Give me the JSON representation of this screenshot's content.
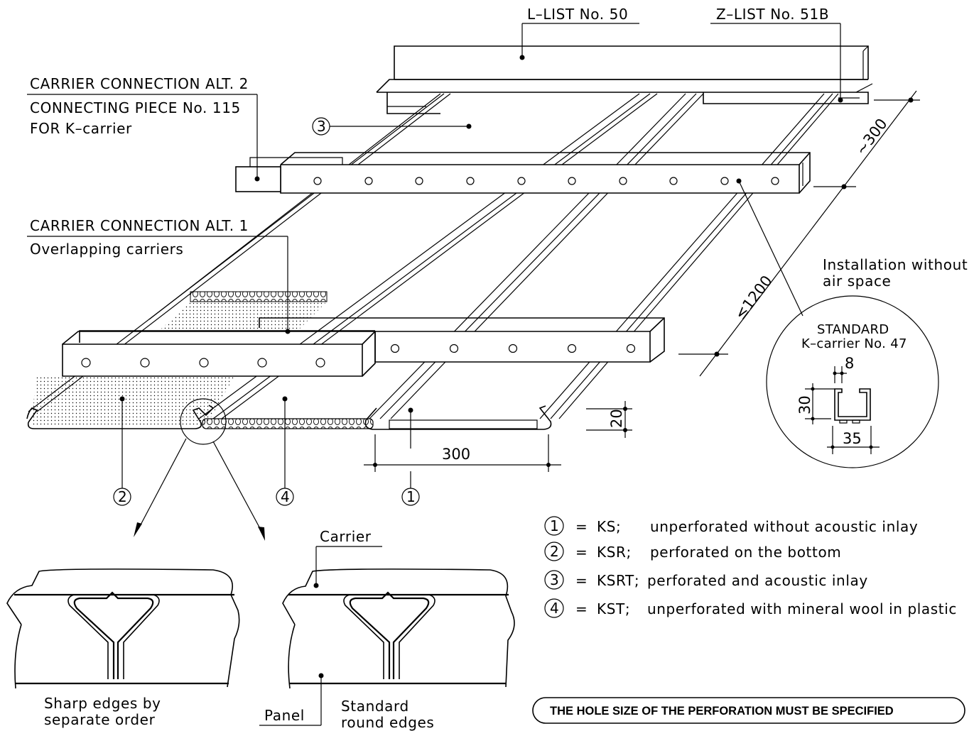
{
  "labels": {
    "l_list": "L–LIST No. 50",
    "z_list": "Z–LIST No. 51B",
    "carrier_alt2_line1": "CARRIER CONNECTION ALT. 2",
    "carrier_alt2_line2": "CONNECTING PIECE No. 115",
    "carrier_alt2_line3": "FOR K–carrier",
    "carrier_alt1_line1": "CARRIER CONNECTION ALT. 1",
    "carrier_alt1_line2": "Overlapping carriers",
    "installation_line1": "Installation without",
    "installation_line2": "air space",
    "standard_line1": "STANDARD",
    "standard_line2": "K–carrier No. 47",
    "carrier": "Carrier",
    "panel": "Panel",
    "sharp_line1": "Sharp edges by",
    "sharp_line2": "separate order",
    "standard_round_line1": "Standard",
    "standard_round_line2": "round edges"
  },
  "dimensions": {
    "spacing_300_diag": "~300",
    "span_1200": "≤1200",
    "width_300": "300",
    "height_20": "20",
    "carrier_8": "8",
    "carrier_30": "30",
    "carrier_35": "35"
  },
  "callouts": {
    "c1": "1",
    "c2": "2",
    "c3": "3",
    "c4": "4"
  },
  "legend": [
    {
      "num": "1",
      "eq": "=",
      "code": "KS;",
      "desc": "unperforated without acoustic inlay"
    },
    {
      "num": "2",
      "eq": "=",
      "code": "KSR;",
      "desc": "perforated on the bottom"
    },
    {
      "num": "3",
      "eq": "=",
      "code": "KSRT;",
      "desc": "perforated and acoustic inlay"
    },
    {
      "num": "4",
      "eq": "=",
      "code": "KST;",
      "desc": "unperforated with mineral wool in plastic"
    }
  ],
  "note": "THE HOLE SIZE OF THE PERFORATION MUST BE SPECIFIED"
}
